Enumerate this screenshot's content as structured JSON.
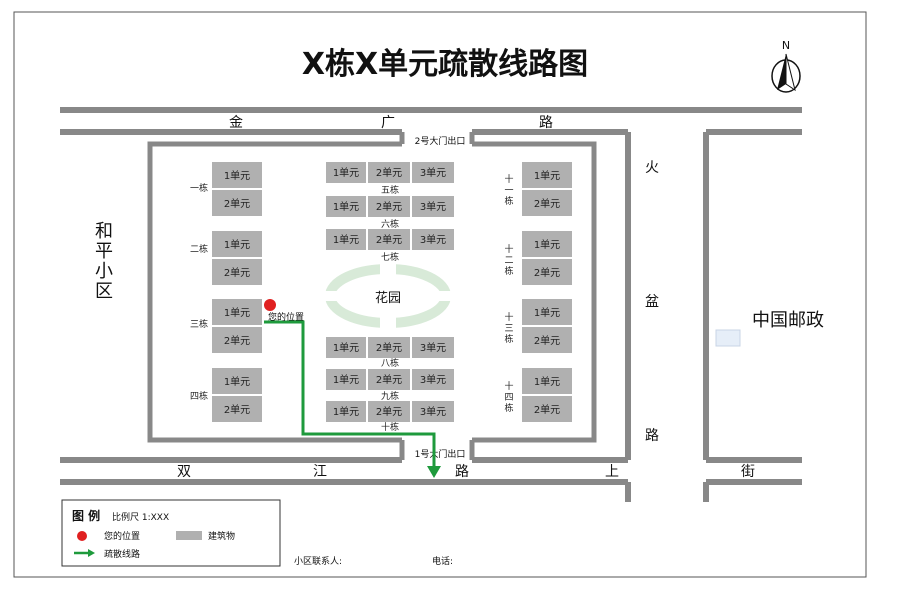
{
  "title": "X栋X单元疏散线路图",
  "north": "N",
  "roads": {
    "top": [
      "金",
      "广",
      "路"
    ],
    "bottom": [
      "双",
      "江",
      "路",
      "上",
      "街"
    ],
    "right": [
      "火",
      "盆",
      "路"
    ]
  },
  "neighborhood": [
    "和",
    "平",
    "小",
    "区"
  ],
  "post_office": "中国邮政",
  "gates": {
    "north": "2号大门出口",
    "south": "1号大门出口"
  },
  "garden": "花园",
  "you_are_here": "您的位置",
  "units": {
    "u1": "1单元",
    "u2": "2单元",
    "u3": "3单元"
  },
  "buildings": {
    "b1": "一栋",
    "b2": "二栋",
    "b3": "三栋",
    "b4": "四栋",
    "b5": "五栋",
    "b6": "六栋",
    "b7": "七栋",
    "b8": "八栋",
    "b9": "九栋",
    "b10": "十栋",
    "b11": [
      "十",
      "一",
      "栋"
    ],
    "b12": [
      "十",
      "二",
      "栋"
    ],
    "b13": [
      "十",
      "三",
      "栋"
    ],
    "b14": [
      "十",
      "四",
      "栋"
    ]
  },
  "legend": {
    "title": "图 例",
    "scale": "比例尺 1:XXX",
    "position": "您的位置",
    "building": "建筑物",
    "route": "疏散线路"
  },
  "contact": {
    "label": "小区联系人:",
    "phone_label": "电话:"
  },
  "colors": {
    "building": "#b0b0b0",
    "route": "#1e9a3c",
    "marker": "#e02020",
    "garden": "#d8ead8"
  }
}
